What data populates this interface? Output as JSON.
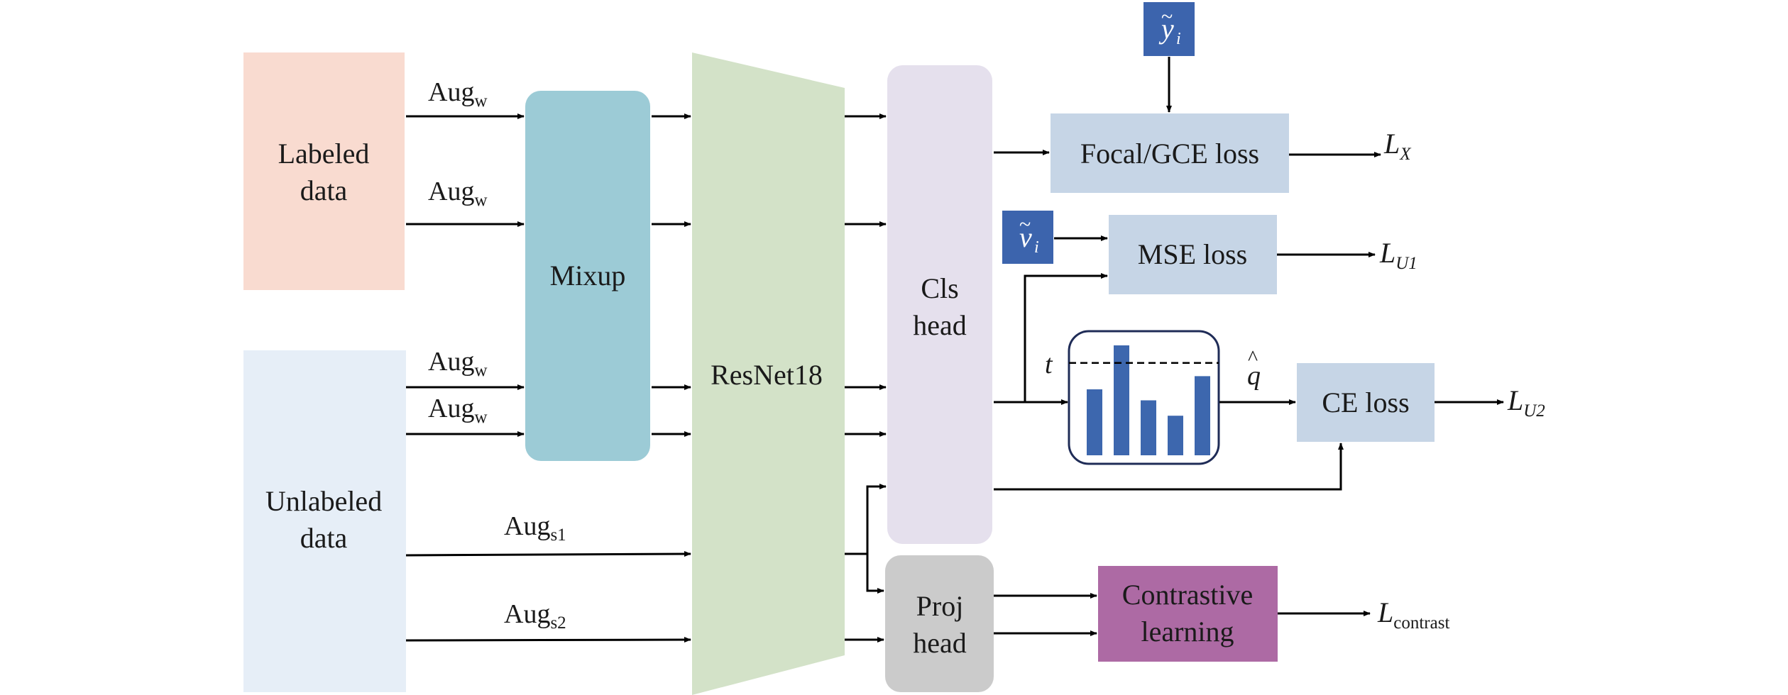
{
  "nodes": {
    "labeled": "Labeled data",
    "unlabeled": "Unlabeled data",
    "mixup": "Mixup",
    "resnet": "ResNet18",
    "cls_head": "Cls head",
    "proj_head": "Proj head",
    "focal_loss": "Focal/GCE loss",
    "mse_loss": "MSE loss",
    "ce_loss": "CE loss",
    "contrastive": "Contrastive learning"
  },
  "aug": {
    "main": "Aug",
    "w": "w",
    "s1": "s1",
    "s2": "s2"
  },
  "symbols": {
    "y_tilde": "y",
    "y_sub": "i",
    "v_tilde": "v",
    "v_sub": "i",
    "t": "t",
    "q_hat": "q"
  },
  "outputs": {
    "LX_main": "L",
    "LX_sub": "X",
    "LU1_main": "L",
    "LU1_sub": "U1",
    "LU2_main": "L",
    "LU2_sub": "U2",
    "Lc_main": "L",
    "Lc_sub": "contrast"
  },
  "colors": {
    "labeled": "#f9dbd0",
    "unlabeled": "#e6eef7",
    "mixup": "#9ccbd6",
    "resnet": "#d3e2c8",
    "cls_head": "#e5e0ed",
    "proj_head": "#cbcbcb",
    "loss": "#c6d5e6",
    "contrastive": "#ad6aa4",
    "label_box": "#3c64ad",
    "bars": "#3d67ae"
  },
  "histogram": {
    "values": [
      0.6,
      1.0,
      0.5,
      0.36,
      0.72
    ],
    "threshold": 0.84
  }
}
